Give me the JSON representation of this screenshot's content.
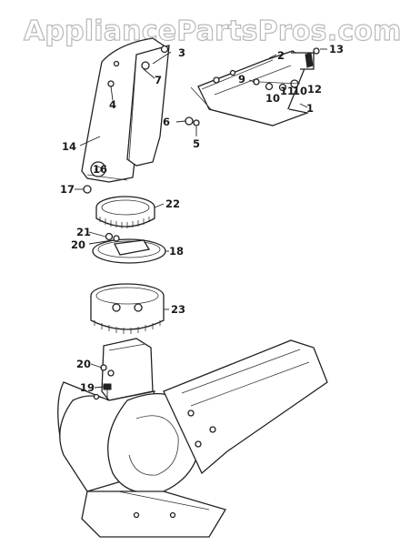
{
  "watermark": {
    "text": "AppliancePartsPros.com",
    "color": "#b9b9b9"
  },
  "callouts": {
    "c1": "1",
    "c2": "2",
    "c3": "3",
    "c4": "4",
    "c5": "5",
    "c6": "6",
    "c7": "7",
    "c9": "9",
    "c10a": "10",
    "c10b": "10",
    "c11": "11",
    "c12": "12",
    "c13": "13",
    "c14": "14",
    "c16": "16",
    "c17": "17",
    "c18": "18",
    "c19": "19",
    "c20a": "20",
    "c20b": "20",
    "c21": "21",
    "c22": "22",
    "c23": "23"
  }
}
